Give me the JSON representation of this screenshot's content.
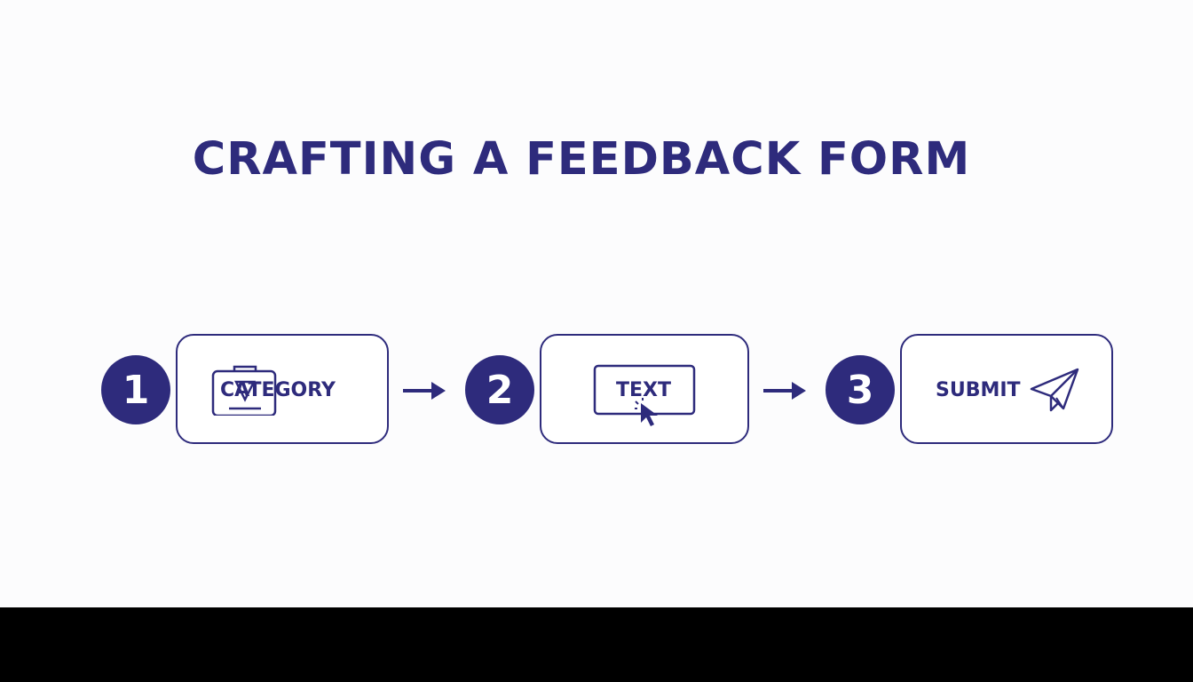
{
  "title": "CRAFTING A FEEDBACK FORM",
  "colors": {
    "accent": "#2e2b7c",
    "background": "#fcfcfd",
    "bottom_bar": "#000000"
  },
  "steps": [
    {
      "number": "1",
      "label": "CATEGORY",
      "icon": "category-tag-icon"
    },
    {
      "number": "2",
      "label": "TEXT",
      "icon": "cursor-icon"
    },
    {
      "number": "3",
      "label": "SUBMIT",
      "icon": "paper-plane-icon"
    }
  ]
}
